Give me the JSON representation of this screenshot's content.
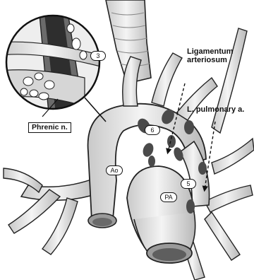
{
  "labels": {
    "ligamentum": "Ligamentum\narteriosum",
    "pulmonary": "L. pulmonary a.",
    "phrenic": "Phrenic n."
  },
  "station_labels": {
    "s3": "3",
    "s6": "6",
    "s5": "5",
    "ao": "Ao",
    "pa": "PA"
  },
  "colors": {
    "ink": "#111111",
    "vessel": "#e9e9e9",
    "vessel_shade": "#bdbdbd",
    "node": "#4a4a4a",
    "background": "#ffffff"
  },
  "icons": {
    "pointer": "dashed-arrow-icon"
  }
}
